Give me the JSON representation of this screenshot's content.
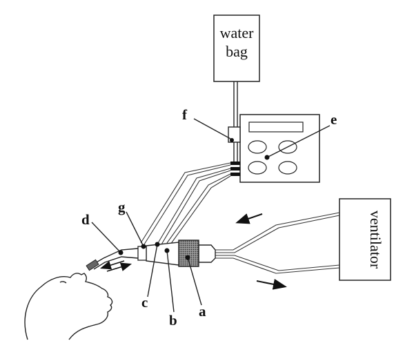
{
  "boxes": {
    "water_bag": [
      "water",
      "bag"
    ],
    "ventilator": "ventilator"
  },
  "labels": {
    "a": "a",
    "b": "b",
    "c": "c",
    "d": "d",
    "e": "e",
    "f": "f",
    "g": "g"
  },
  "colors": {
    "line": "#222222",
    "dots_fill": "#555555",
    "background": "#ffffff"
  }
}
